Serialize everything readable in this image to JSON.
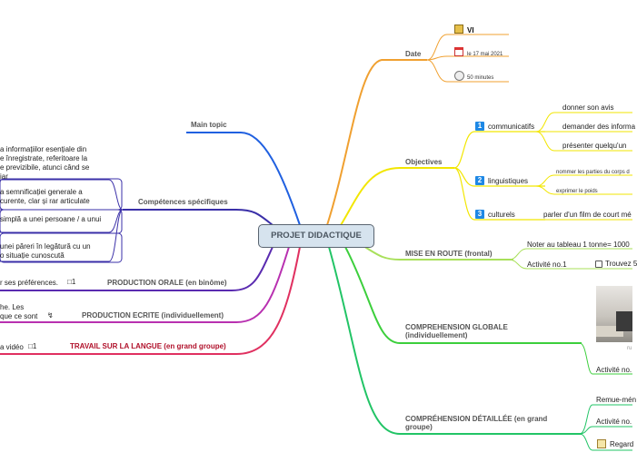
{
  "center": {
    "title": "PROJET DIDACTIQUE"
  },
  "left": {
    "main_topic": "Main topic",
    "competences": "Compétences spécifiques",
    "comp_items": [
      [
        "a informațiilor esențiale din",
        "e înregistrate, referitoare la",
        "e previzibile, atunci când se",
        "iar"
      ],
      [
        "a semnificației generale a",
        "curente, clar și rar articulate"
      ],
      [
        "simplă a unei persoane / a unui"
      ],
      [
        "unei păreri în legătură cu un",
        "o situație cunoscută"
      ]
    ],
    "production_orale": "PRODUCTION ORALE (en binôme)",
    "production_orale_note": "r ses préférences.",
    "production_orale_count": "1",
    "production_ecrite": "PRODUCTION ECRITE (individuellement)",
    "production_ecrite_note": [
      "he. Les",
      "que ce sont"
    ],
    "travail": "TRAVAIL SUR LA LANGUE (en grand groupe)",
    "travail_note": "a vidéo",
    "travail_count": "1"
  },
  "right": {
    "date": "Date",
    "date_items": [
      "VI",
      "le 17 mai 2021",
      "50 minutes"
    ],
    "objectives": "Objectives",
    "obj_groups": [
      {
        "num": "1",
        "label": "communicatifs",
        "items": [
          "donner son avis",
          "demander des informa",
          "présenter quelqu'un"
        ]
      },
      {
        "num": "2",
        "label": "linguistiques",
        "items": [
          "nommer les parties du corps d",
          "exprimer le poids"
        ]
      },
      {
        "num": "3",
        "label": "culturels",
        "items": [
          "parler d'un film de court mé"
        ]
      }
    ],
    "mise_en_route": "MISE EN ROUTE (frontal)",
    "mise_items": [
      "Noter au tableau 1 tonne= 1000",
      "Activité no.1"
    ],
    "mise_sub": "Trouvez 5",
    "comp_globale": "COMPREHENSION GLOBALE (individuellement)",
    "comp_globale_item": "Activité no.",
    "photo_caption": "ru",
    "comp_detaillee": "COMPRÉHENSION DÉTAILLÉE (en grand groupe)",
    "comp_detaillee_items": [
      "Remue-mén",
      "Activité no.",
      "Regard"
    ]
  },
  "colors": {
    "date": "#f0a030",
    "objectives": "#f2e600",
    "mise": "#a8e05a",
    "globale": "#3ccf3c",
    "detaillee": "#22c466",
    "main_topic": "#2060e0",
    "competences": "#3a2fa8",
    "production_orale": "#5a2bb0",
    "production_ecrite": "#b830b0",
    "travail": "#e03060"
  }
}
